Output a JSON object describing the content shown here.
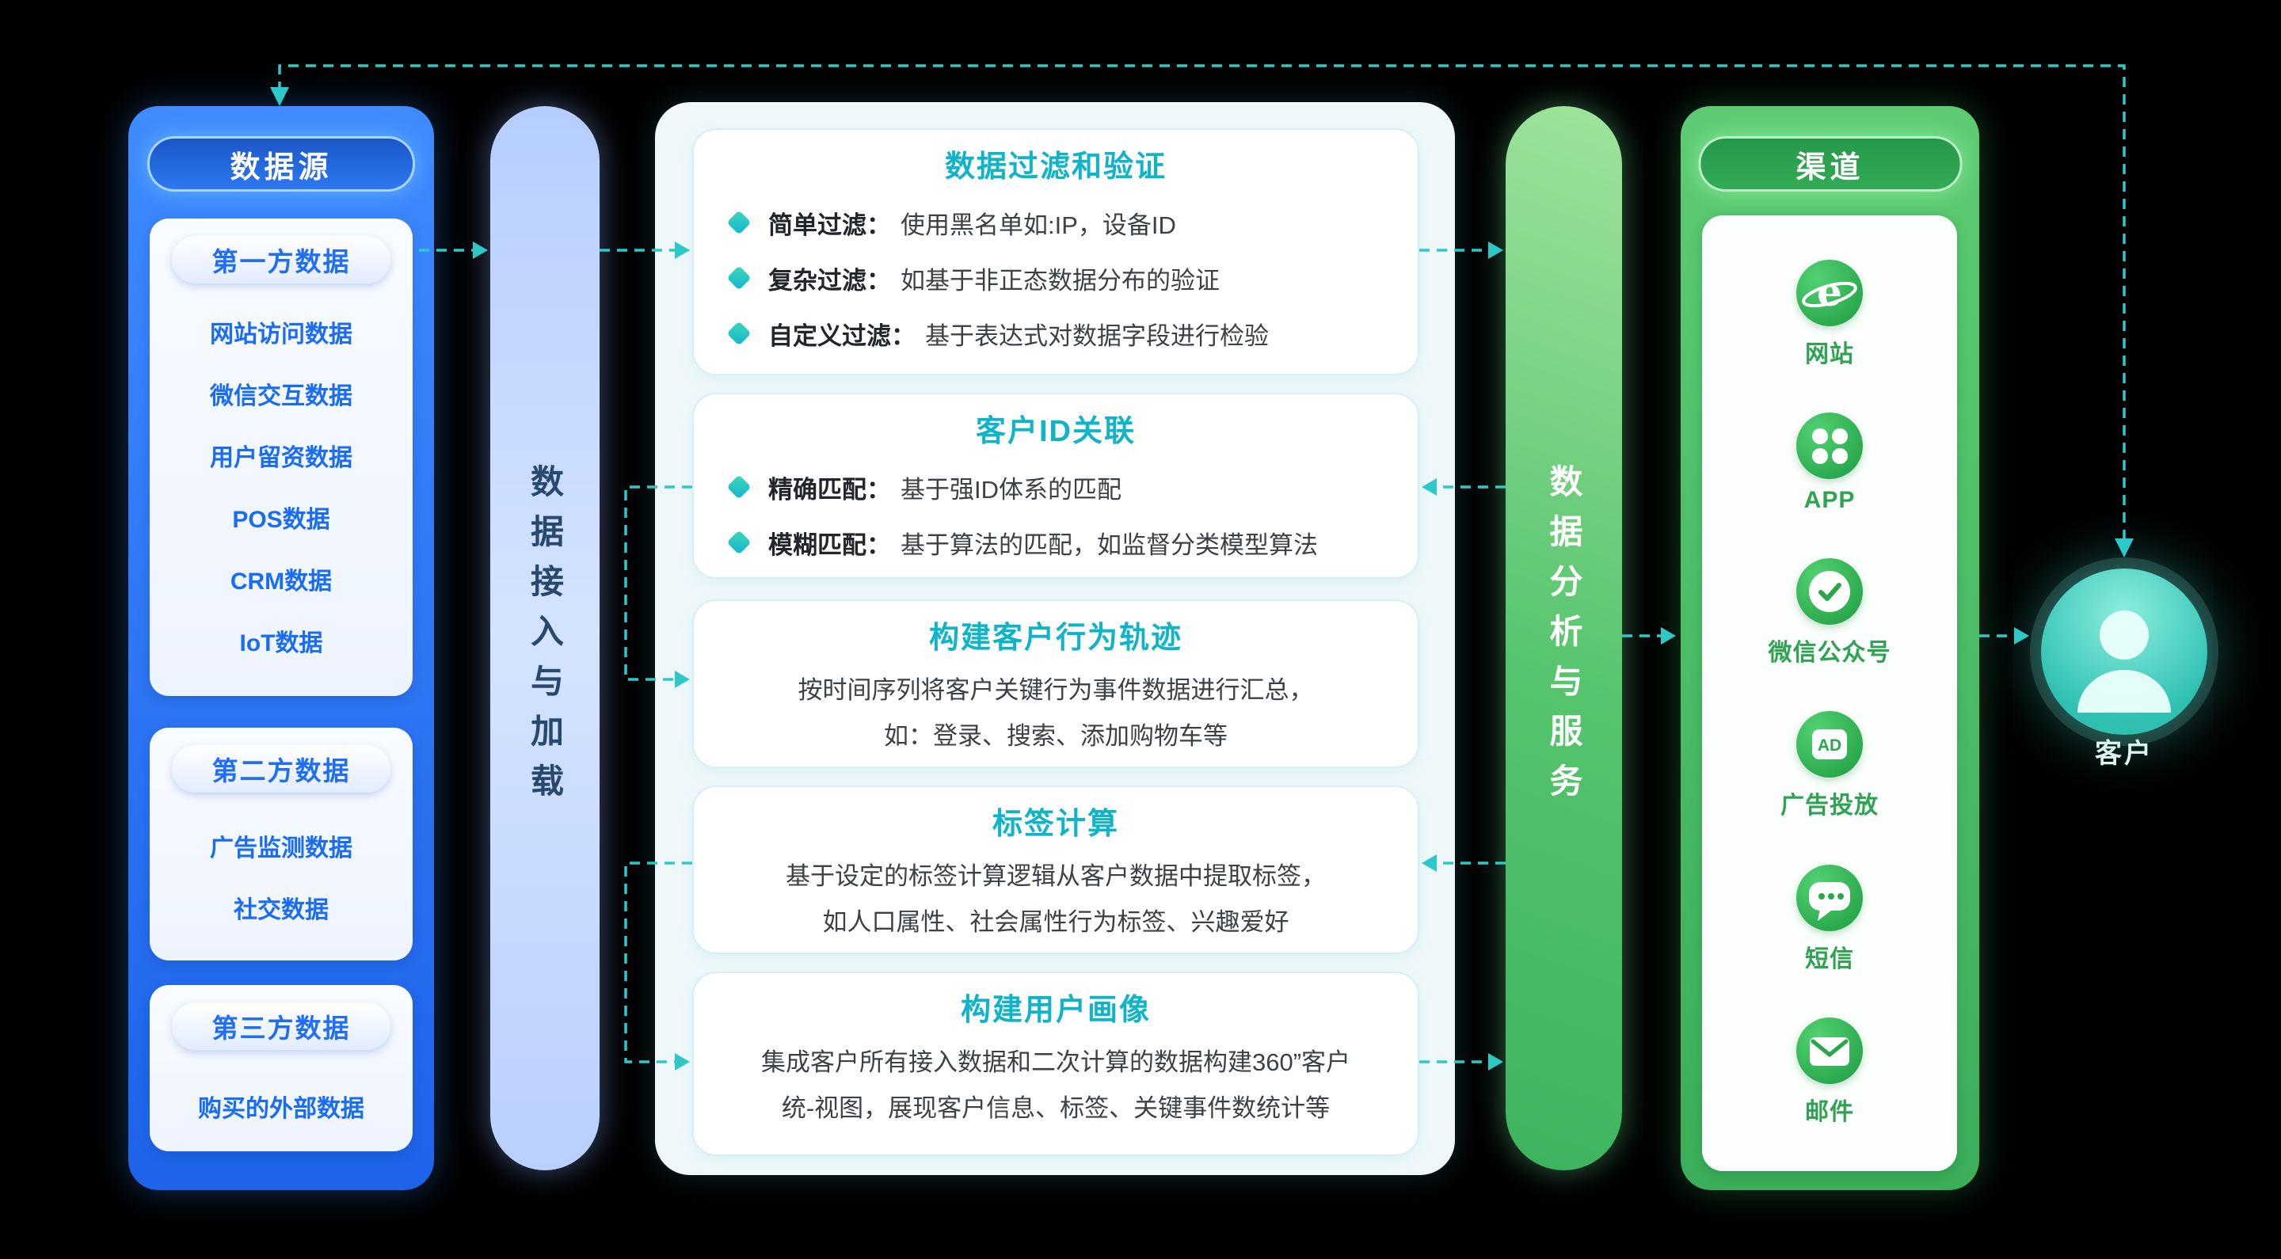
{
  "colors": {
    "background": "#000000",
    "source_blue": "#2e7cf2",
    "ingest_bar_blue": "#c3d7ff",
    "process_teal_title": "#10b4c8",
    "arrow_teal": "#2dc9c9",
    "analysis_green": "#44b95e",
    "channel_green": "#2fa351",
    "customer_teal": "#2fc0b2"
  },
  "data_sources": {
    "title": "数据源",
    "groups": [
      {
        "title": "第一方数据",
        "items": [
          "网站访问数据",
          "微信交互数据",
          "用户留资数据",
          "POS数据",
          "CRM数据",
          "IoT数据"
        ]
      },
      {
        "title": "第二方数据",
        "items": [
          "广告监测数据",
          "社交数据"
        ]
      },
      {
        "title": "第三方数据",
        "items": [
          "购买的外部数据"
        ]
      }
    ]
  },
  "ingest_bar": {
    "label": "数据接入与加载"
  },
  "processing": {
    "cards": [
      {
        "title": "数据过滤和验证",
        "bullets": [
          {
            "label": "简单过滤：",
            "text": "使用黑名单如:IP，设备ID"
          },
          {
            "label": "复杂过滤：",
            "text": "如基于非正态数据分布的验证"
          },
          {
            "label": "自定义过滤：",
            "text": "基于表达式对数据字段进行检验"
          }
        ]
      },
      {
        "title": "客户ID关联",
        "bullets": [
          {
            "label": "精确匹配：",
            "text": "基于强ID体系的匹配"
          },
          {
            "label": "模糊匹配：",
            "text": "基于算法的匹配，如监督分类模型算法"
          }
        ]
      },
      {
        "title": "构建客户行为轨迹",
        "lines": [
          "按时间序列将客户关键行为事件数据进行汇总，",
          "如：登录、搜索、添加购物车等"
        ]
      },
      {
        "title": "标签计算",
        "lines": [
          "基于设定的标签计算逻辑从客户数据中提取标签，",
          "如人口属性、社会属性行为标签、兴趣爱好"
        ]
      },
      {
        "title": "构建用户画像",
        "lines": [
          "集成客户所有接入数据和二次计算的数据构建360”客户",
          "统-视图，展现客户信息、标签、关键事件数统计等"
        ]
      }
    ]
  },
  "analysis_bar": {
    "label": "数据分析与服务"
  },
  "channels": {
    "title": "渠道",
    "items": [
      {
        "icon": "ie-browser-icon",
        "label": "网站"
      },
      {
        "icon": "app-grid-icon",
        "label": "APP"
      },
      {
        "icon": "badge-check-icon",
        "label": "微信公众号"
      },
      {
        "icon": "ad-icon",
        "label": "广告投放"
      },
      {
        "icon": "chat-bubble-icon",
        "label": "短信"
      },
      {
        "icon": "envelope-icon",
        "label": "邮件"
      }
    ]
  },
  "customer": {
    "label": "客户"
  }
}
